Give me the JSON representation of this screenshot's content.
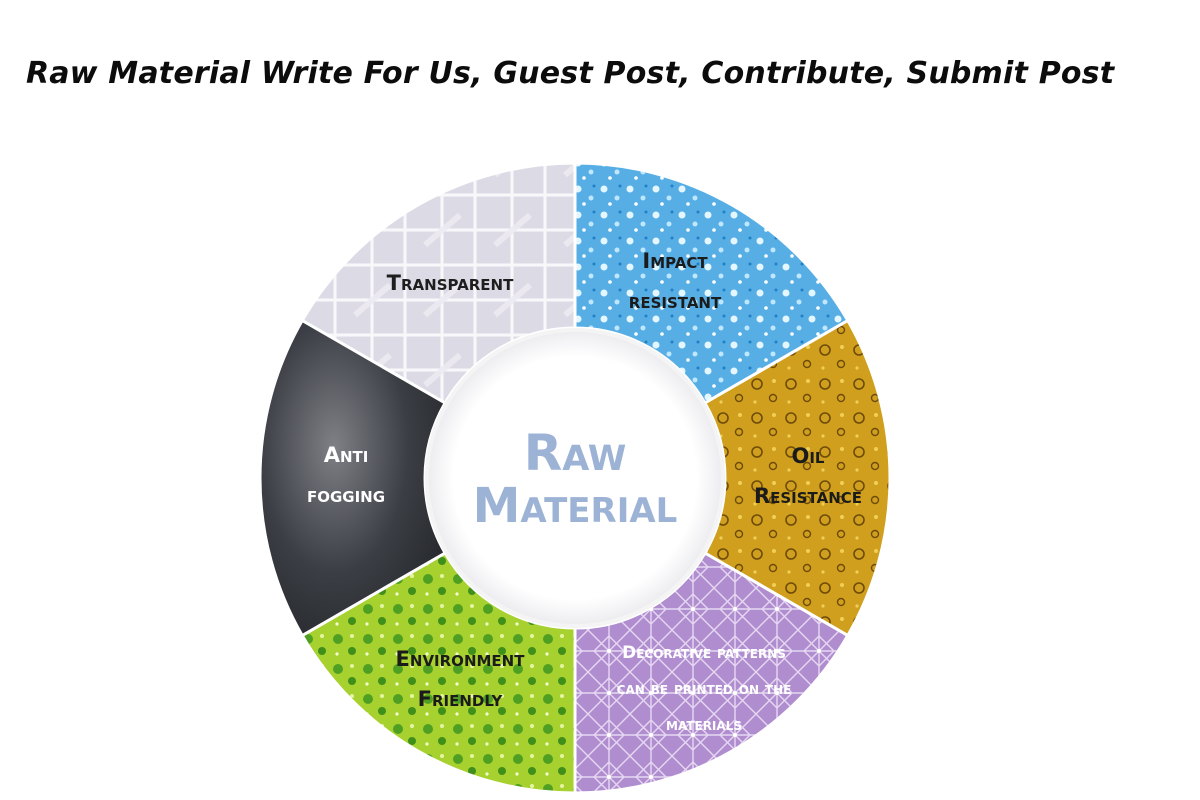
{
  "page": {
    "title": "Raw Material Write For Us, Guest Post, Contribute, Submit Post"
  },
  "diagram": {
    "center": {
      "line1": "Raw",
      "line2": "Material",
      "color": "#9db3d6"
    },
    "segments": [
      {
        "id": "transparent",
        "lines": [
          "Transparent"
        ],
        "texture": "frosted-plastic",
        "color": "#d9d8e2",
        "text_color": "#1e1e1e"
      },
      {
        "id": "impact-resistant",
        "lines": [
          "Impact",
          "resistant"
        ],
        "texture": "ice-crystals",
        "color": "#5cb2e6",
        "text_color": "#1b1b1b"
      },
      {
        "id": "oil-resistance",
        "lines": [
          "Oil",
          "Resistance"
        ],
        "texture": "oil-droplets",
        "color": "#cfa21f",
        "text_color": "#1b1b1b"
      },
      {
        "id": "decorative-patterns",
        "lines": [
          "Decorative patterns",
          "can be printed on the",
          "materials"
        ],
        "texture": "geometric-star-pattern",
        "color": "#b28fd0",
        "text_color": "#ffffff"
      },
      {
        "id": "environment-friendly",
        "lines": [
          "Environment",
          "Friendly"
        ],
        "texture": "green-foliage",
        "color": "#a9d12e",
        "text_color": "#1b1b1b"
      },
      {
        "id": "anti-fogging",
        "lines": [
          "Anti",
          "fogging"
        ],
        "texture": "dark-smoke",
        "color": "#33363d",
        "text_color": "#ffffff"
      }
    ]
  }
}
